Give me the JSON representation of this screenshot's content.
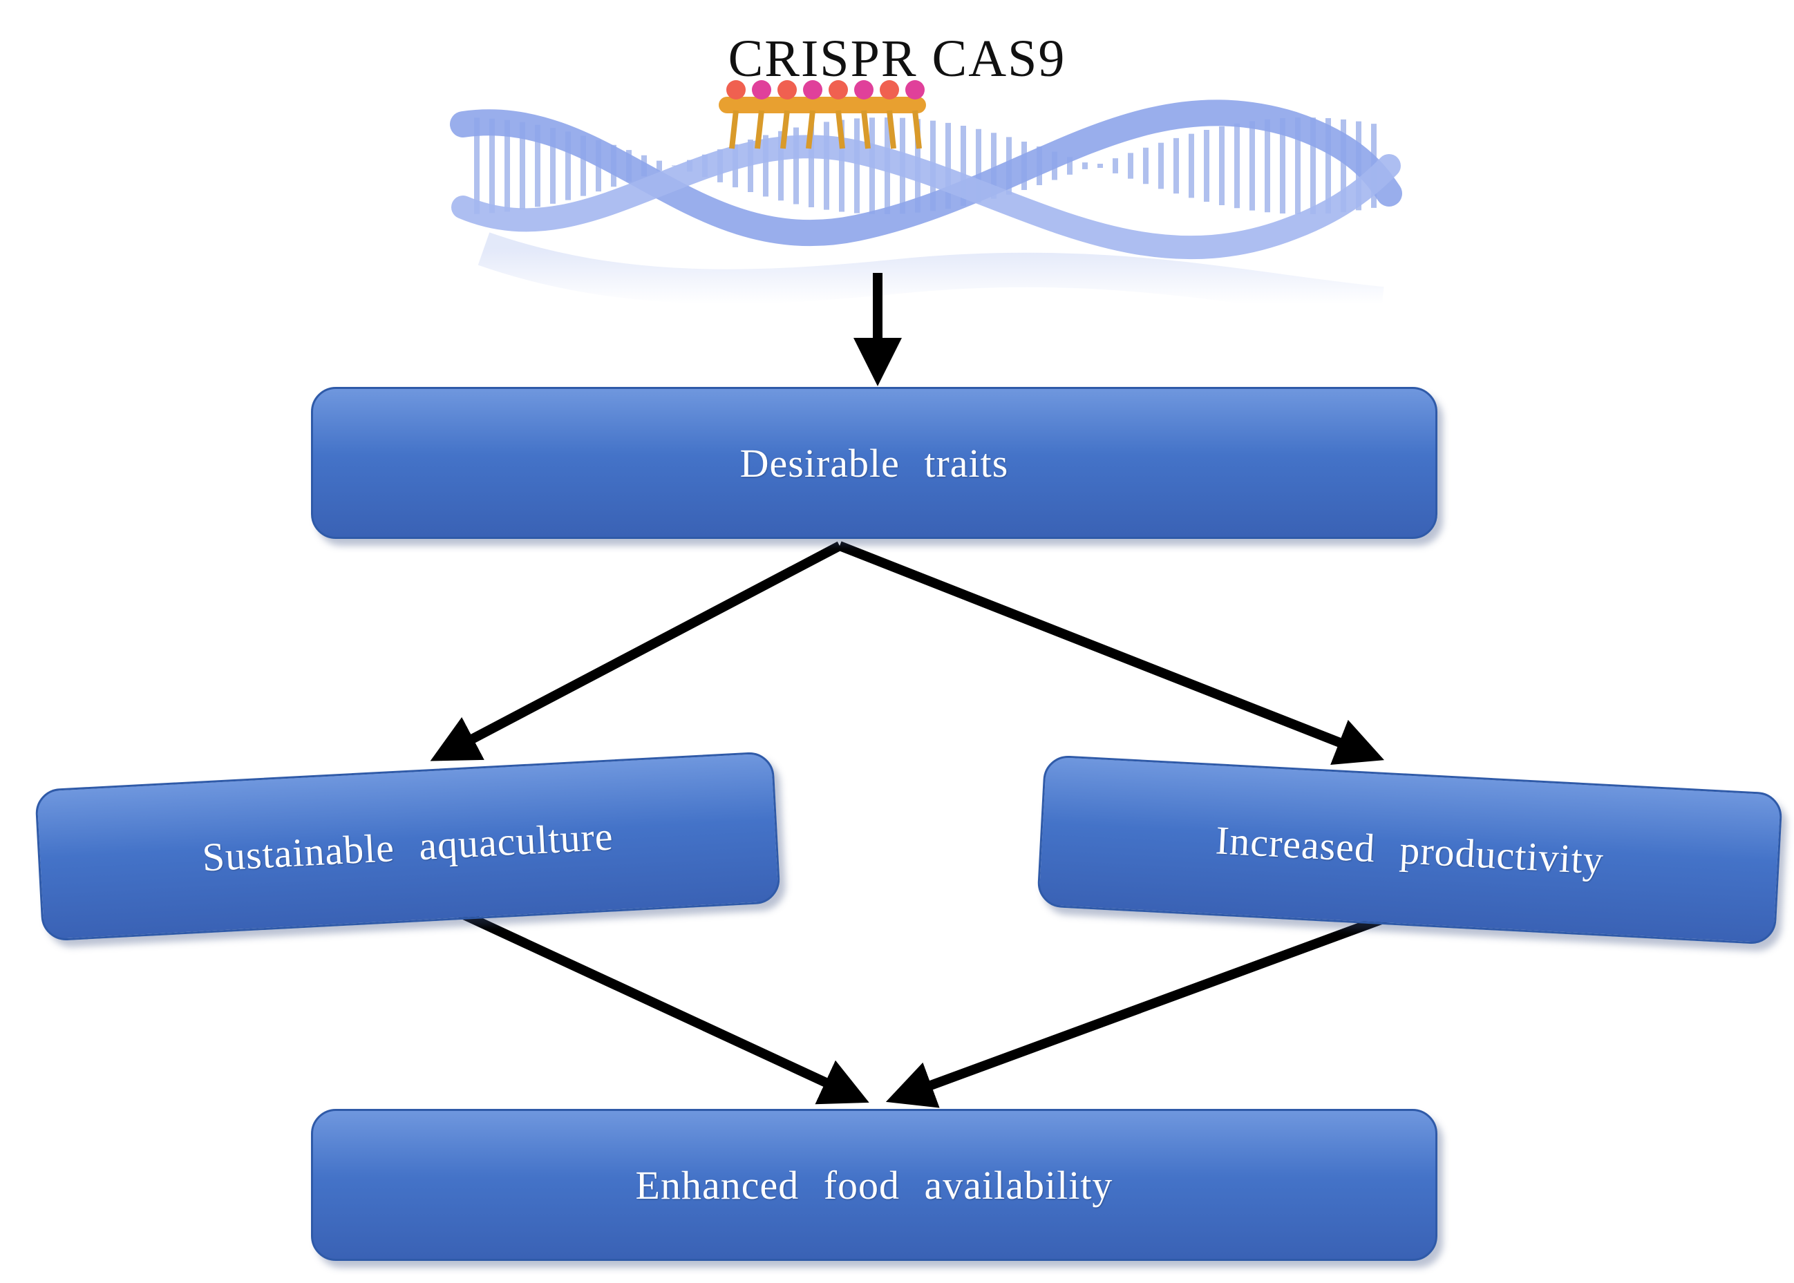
{
  "title": "CRISPR CAS9",
  "colors": {
    "box_top": "#6f97de",
    "box_mid": "#4473c8",
    "box_bottom": "#3a62b5",
    "arrow": "#000000",
    "dna": "#8fa6e8"
  },
  "nodes": [
    {
      "id": "desirable",
      "label": "Desirable traits"
    },
    {
      "id": "sustainable",
      "label": "Sustainable aquaculture"
    },
    {
      "id": "productivity",
      "label": "Increased productivity"
    },
    {
      "id": "food",
      "label": "Enhanced food availability"
    }
  ],
  "edges": [
    {
      "from": "dna",
      "to": "desirable"
    },
    {
      "from": "desirable",
      "to": "sustainable"
    },
    {
      "from": "desirable",
      "to": "productivity"
    },
    {
      "from": "sustainable",
      "to": "food"
    },
    {
      "from": "productivity",
      "to": "food"
    }
  ]
}
